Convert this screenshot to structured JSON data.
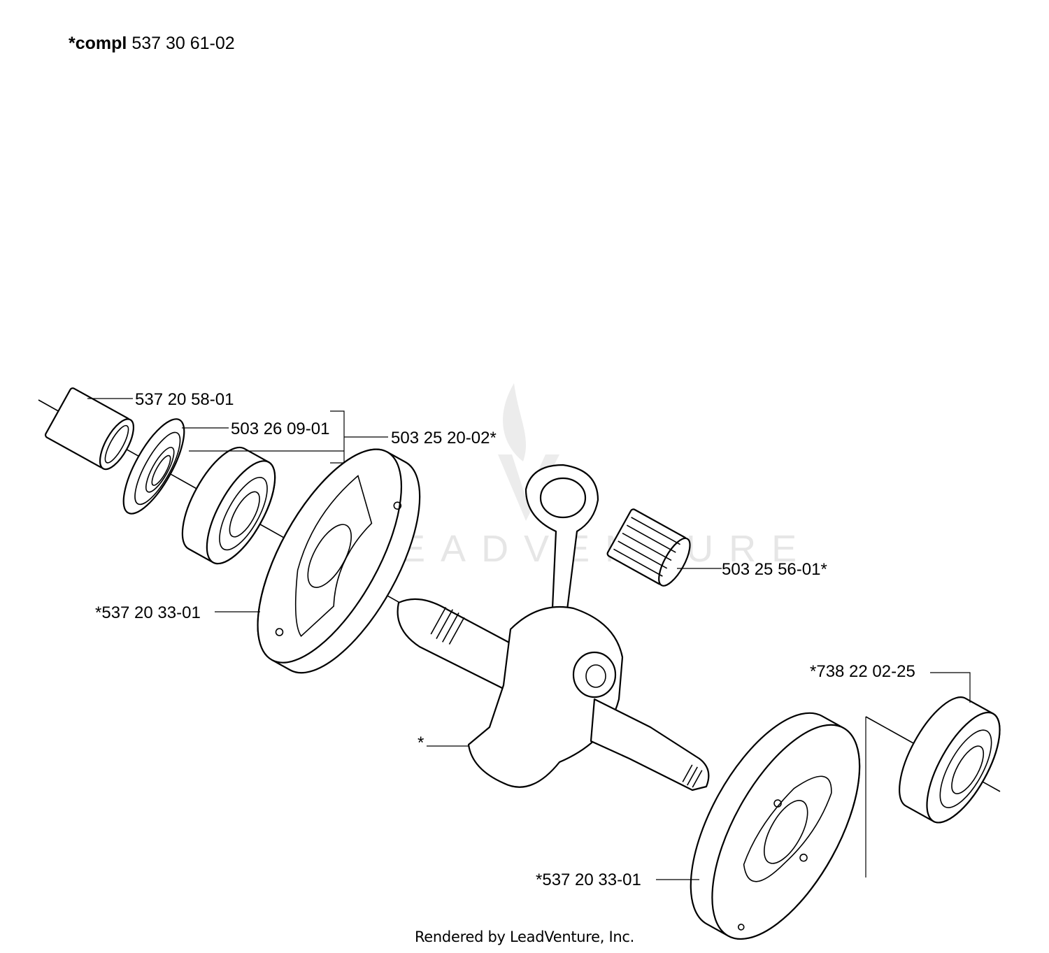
{
  "header": {
    "assembly_prefix": "*compl",
    "assembly_number": "537 30 61-02"
  },
  "callouts": {
    "sleeve": "537 20 58-01",
    "seal": "503 26 09-01",
    "bearing_kit": "503 25 20-02*",
    "needle_bearing": "503 25 56-01*",
    "crank_half_left": "*537 20 33-01",
    "crank_half_right": "*537 20 33-01",
    "ball_bearing_right": "*738 22 02-25",
    "crankshaft": "*"
  },
  "watermark": {
    "text": "LEADVENTURE"
  },
  "footer": {
    "text": "Rendered by LeadVenture, Inc."
  }
}
